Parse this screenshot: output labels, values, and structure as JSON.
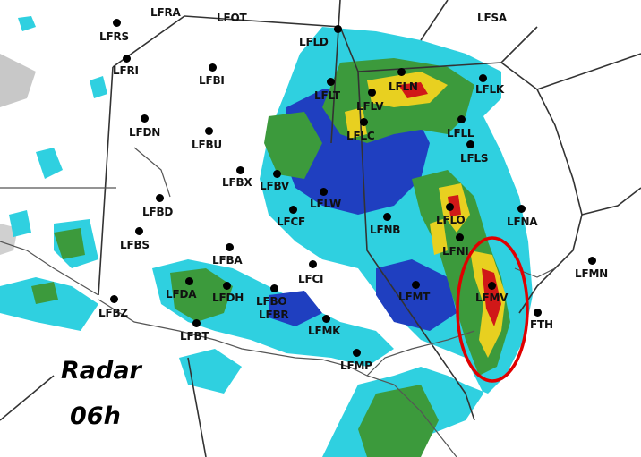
{
  "caption": {
    "line1": "Radar",
    "line2": "06h"
  },
  "colors": {
    "cyan": "#2fd0e0",
    "green": "#3c9a3c",
    "blue": "#1f3fc0",
    "yellow": "#e8d020",
    "red": "#d01818",
    "highlight": "#e00000"
  },
  "stations": [
    {
      "id": "LFRA",
      "label": "LFRA"
    },
    {
      "id": "LFOT",
      "label": "LFOT"
    },
    {
      "id": "LFSA",
      "label": "LFSA"
    },
    {
      "id": "LFRS",
      "label": "LFRS"
    },
    {
      "id": "LFLD",
      "label": "LFLD"
    },
    {
      "id": "LFRI",
      "label": "LFRI"
    },
    {
      "id": "LFBI",
      "label": "LFBI"
    },
    {
      "id": "LFLN",
      "label": "LFLN"
    },
    {
      "id": "LFLK",
      "label": "LFLK"
    },
    {
      "id": "LFLT",
      "label": "LFLT"
    },
    {
      "id": "LFLV",
      "label": "LFLV"
    },
    {
      "id": "LFDN",
      "label": "LFDN"
    },
    {
      "id": "LFBU",
      "label": "LFBU"
    },
    {
      "id": "LFLC",
      "label": "LFLC"
    },
    {
      "id": "LFLL",
      "label": "LFLL"
    },
    {
      "id": "LFLS",
      "label": "LFLS"
    },
    {
      "id": "LFBX",
      "label": "LFBX"
    },
    {
      "id": "LFBV",
      "label": "LFBV"
    },
    {
      "id": "LFLW",
      "label": "LFLW"
    },
    {
      "id": "LFBD",
      "label": "LFBD"
    },
    {
      "id": "LFCF",
      "label": "LFCF"
    },
    {
      "id": "LFLO",
      "label": "LFLO"
    },
    {
      "id": "LFNA",
      "label": "LFNA"
    },
    {
      "id": "LFNB",
      "label": "LFNB"
    },
    {
      "id": "LFBS",
      "label": "LFBS"
    },
    {
      "id": "LFNI",
      "label": "LFNI"
    },
    {
      "id": "LFBA",
      "label": "LFBA"
    },
    {
      "id": "LFMN",
      "label": "LFMN"
    },
    {
      "id": "LFCI",
      "label": "LFCI"
    },
    {
      "id": "LFMT",
      "label": "LFMT"
    },
    {
      "id": "LFMV",
      "label": "LFMV"
    },
    {
      "id": "LFDA",
      "label": "LFDA"
    },
    {
      "id": "LFDH",
      "label": "LFDH"
    },
    {
      "id": "LFBO",
      "label": "LFBO"
    },
    {
      "id": "LFBZ",
      "label": "LFBZ"
    },
    {
      "id": "LFBR",
      "label": "LFBR"
    },
    {
      "id": "FTH",
      "label": "FTH"
    },
    {
      "id": "LFMK",
      "label": "LFMK"
    },
    {
      "id": "LFBT",
      "label": "LFBT"
    },
    {
      "id": "LFMP",
      "label": "LFMP"
    }
  ]
}
